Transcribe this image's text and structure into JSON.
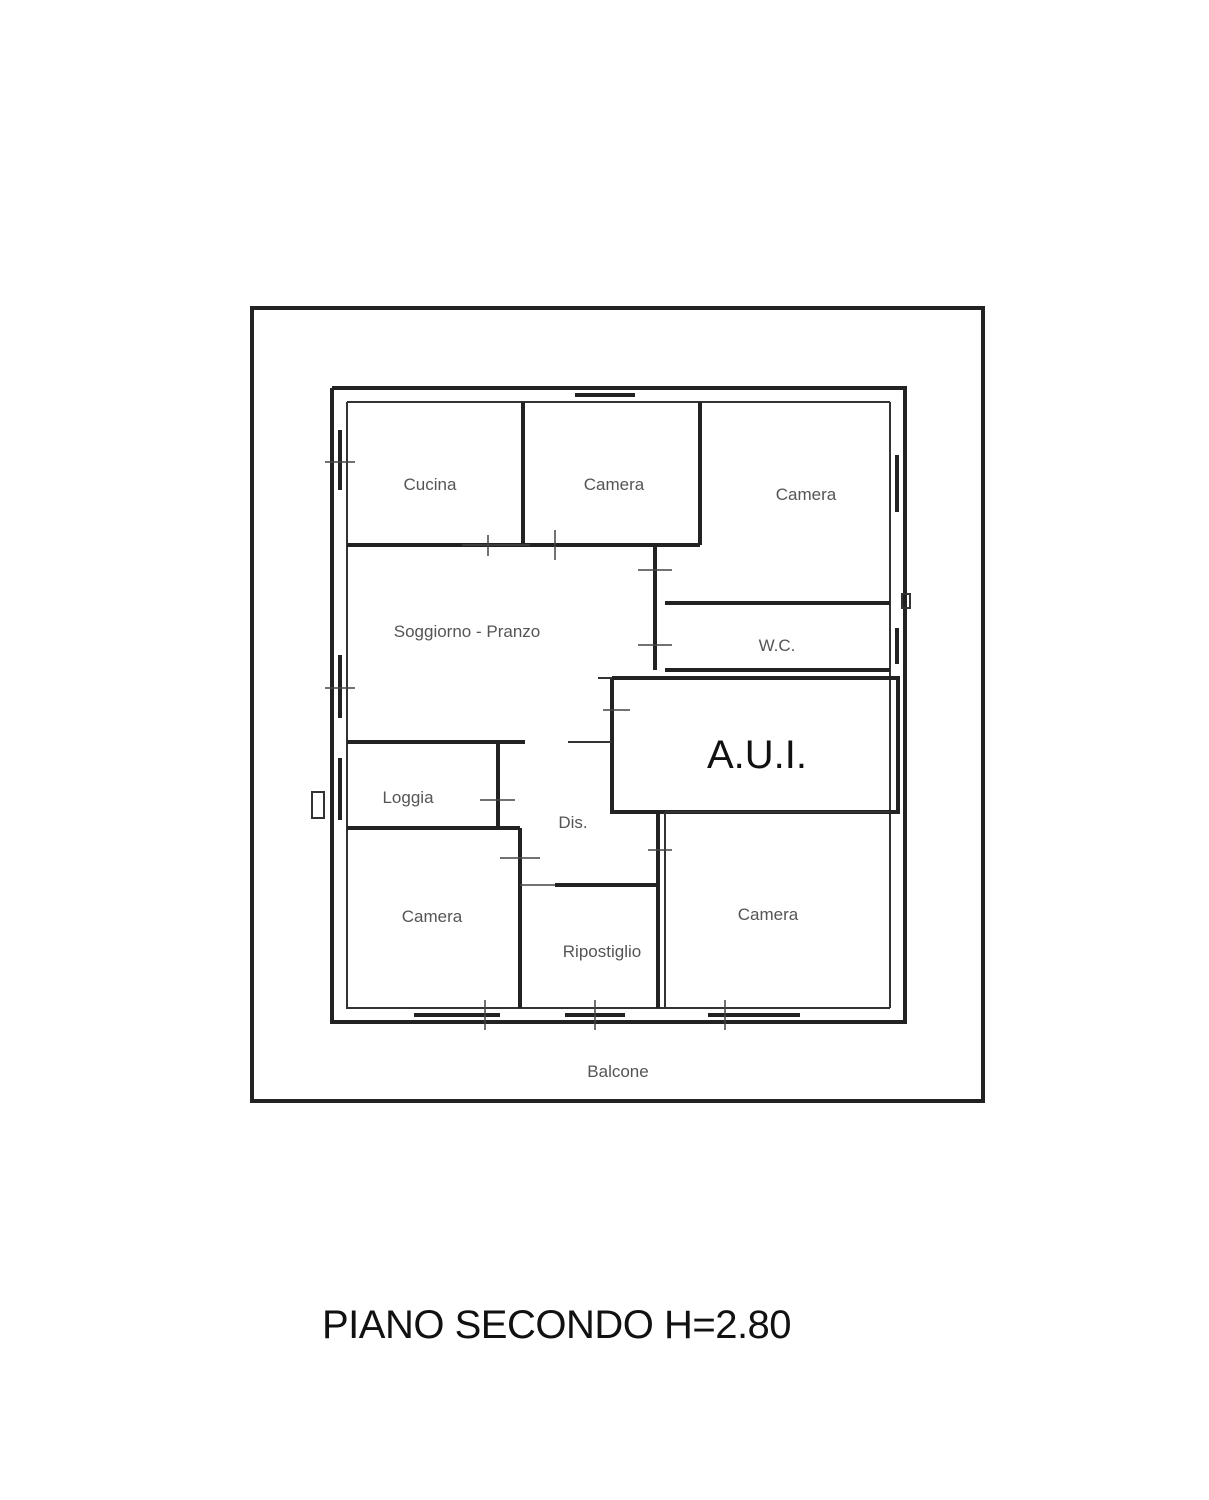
{
  "rooms": {
    "cucina": "Cucina",
    "camera_top_middle": "Camera",
    "camera_top_right": "Camera",
    "soggiorno": "Soggiorno - Pranzo",
    "wc": "W.C.",
    "aui": "A.U.I.",
    "loggia": "Loggia",
    "disimpegno": "Dis.",
    "camera_bottom_left": "Camera",
    "ripostiglio": "Ripostiglio",
    "camera_bottom_right": "Camera",
    "balcone": "Balcone"
  },
  "title": "PIANO SECONDO H=2.80"
}
